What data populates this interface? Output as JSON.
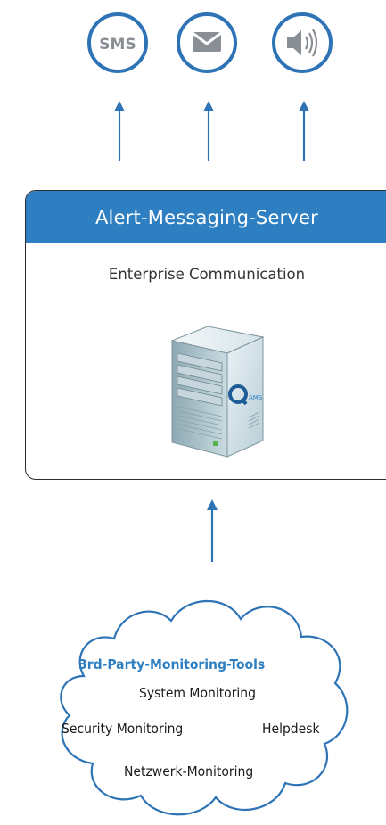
{
  "channels": [
    {
      "name": "sms",
      "label": "SMS"
    },
    {
      "name": "email",
      "label": ""
    },
    {
      "name": "voice",
      "label": ""
    }
  ],
  "server": {
    "title": "Alert-Messaging-Server",
    "subtitle": "Enterprise Communication",
    "logo_text": "AMS"
  },
  "sources": {
    "title": "3rd-Party-Monitoring-Tools",
    "items": [
      "System Monitoring",
      "Security Monitoring",
      "Helpdesk",
      "Netzwerk-Monitoring"
    ]
  },
  "colors": {
    "accent": "#2d7fc1",
    "icon_ring": "#2d73b5",
    "icon_glyph": "#8a8f96",
    "text": "#1a1a1a"
  }
}
